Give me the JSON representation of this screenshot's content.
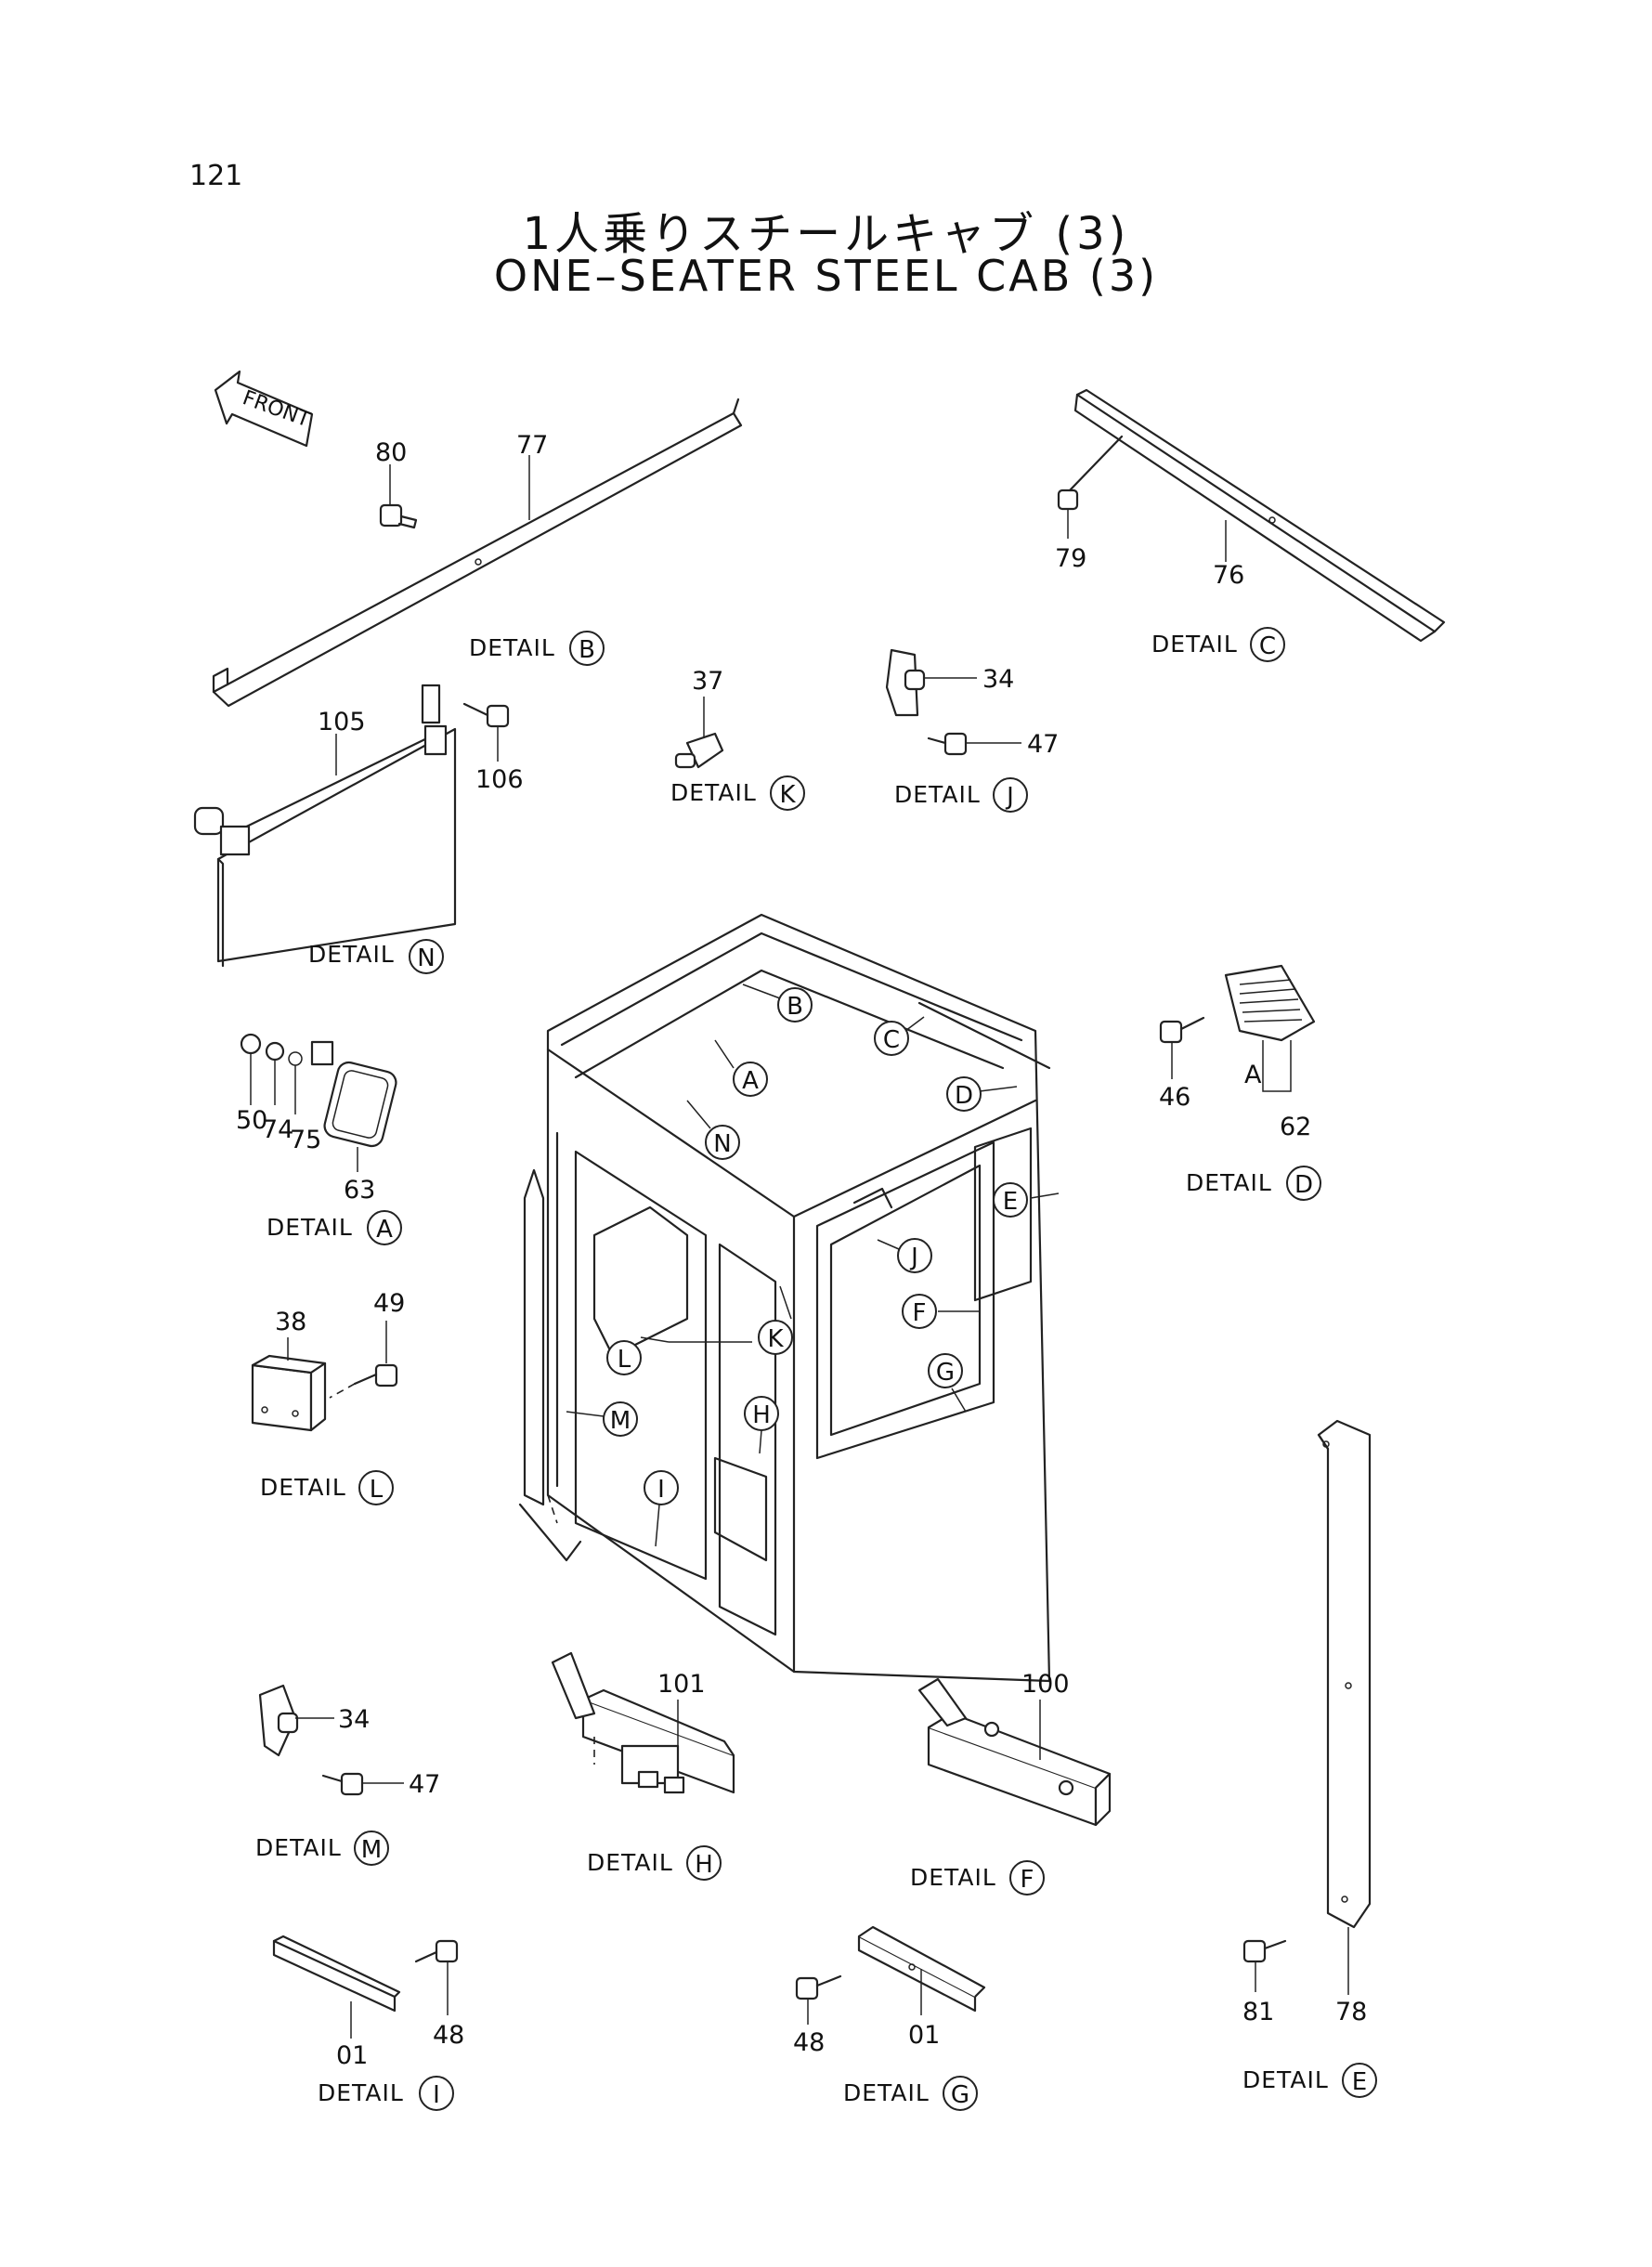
{
  "page_number": "121",
  "title_jp": "1人乗りスチールキャブ (3)",
  "title_en": "ONE–SEATER STEEL CAB (3)",
  "front_label": "FRONT",
  "detail_word": "DETAIL",
  "part_numbers": {
    "p80": "80",
    "p77": "77",
    "p79": "79",
    "p76": "76",
    "p105": "105",
    "p106": "106",
    "p37": "37",
    "p34a": "34",
    "p47a": "47",
    "p50": "50",
    "p74": "74",
    "p75": "75",
    "p63": "63",
    "p46": "46",
    "p62": "62",
    "pA62": "A",
    "p38": "38",
    "p49": "49",
    "p34b": "34",
    "p47b": "47",
    "p101": "101",
    "p100": "100",
    "p01i": "01",
    "p48i": "48",
    "p48g": "48",
    "p01g": "01",
    "p81": "81",
    "p78": "78"
  },
  "details": {
    "B": "B",
    "C": "C",
    "K": "K",
    "J": "J",
    "N": "N",
    "A": "A",
    "D": "D",
    "L": "L",
    "M": "M",
    "H": "H",
    "F": "F",
    "I": "I",
    "G": "G",
    "E": "E"
  },
  "cab_callouts": [
    "B",
    "A",
    "C",
    "D",
    "N",
    "E",
    "J",
    "F",
    "K",
    "L",
    "G",
    "M",
    "H",
    "I"
  ]
}
